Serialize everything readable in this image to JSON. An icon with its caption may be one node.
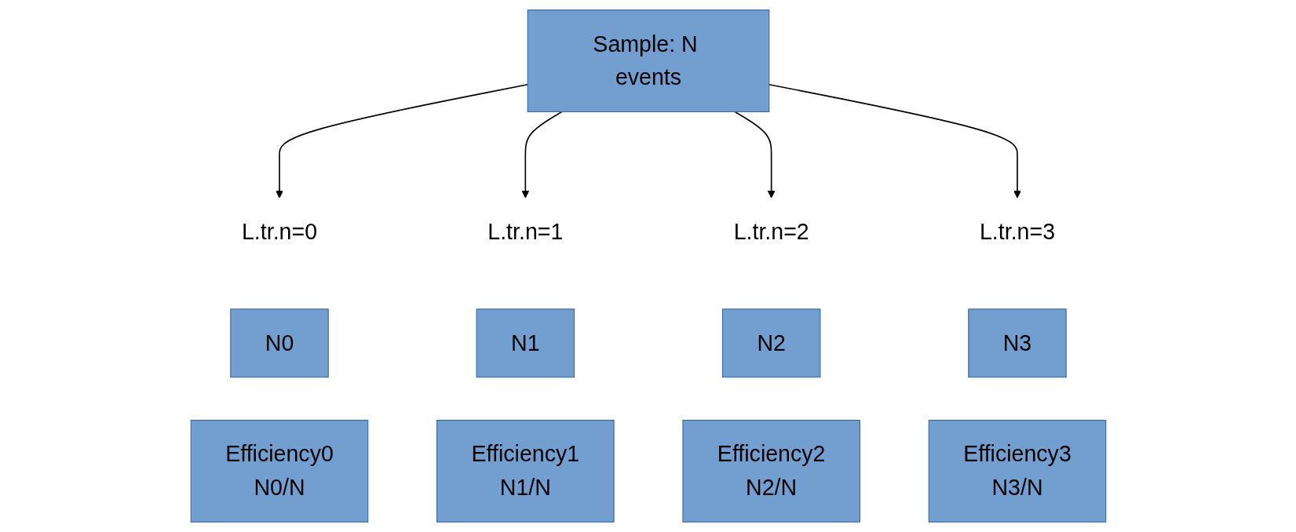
{
  "diagram": {
    "nodes": [
      {
        "text": [
          "Sample: N events"
        ]
      },
      {
        "text": [
          "L.tr.n=0"
        ]
      },
      {
        "text": [
          "L.tr.n=1"
        ]
      },
      {
        "text": [
          "L.tr.n=2"
        ]
      },
      {
        "text": [
          "L.tr.n=3"
        ]
      },
      {
        "text": [
          "N0"
        ]
      },
      {
        "text": [
          "N1"
        ]
      },
      {
        "text": [
          "N2"
        ]
      },
      {
        "text": [
          "N3"
        ]
      },
      {
        "text": [
          "Efficiency0",
          "N0/N"
        ]
      },
      {
        "text": [
          "Efficiency1",
          "N1/N"
        ]
      },
      {
        "text": [
          "Efficiency2",
          "N2/N"
        ]
      },
      {
        "text": [
          "Efficiency3",
          "N3/N"
        ]
      }
    ],
    "edges": [
      {
        "from": 0,
        "to": 1,
        "arrow": "to"
      },
      {
        "from": 0,
        "to": 2,
        "arrow": "to"
      },
      {
        "from": 0,
        "to": 3,
        "arrow": "to"
      },
      {
        "from": 0,
        "to": 4,
        "arrow": "to"
      }
    ]
  }
}
